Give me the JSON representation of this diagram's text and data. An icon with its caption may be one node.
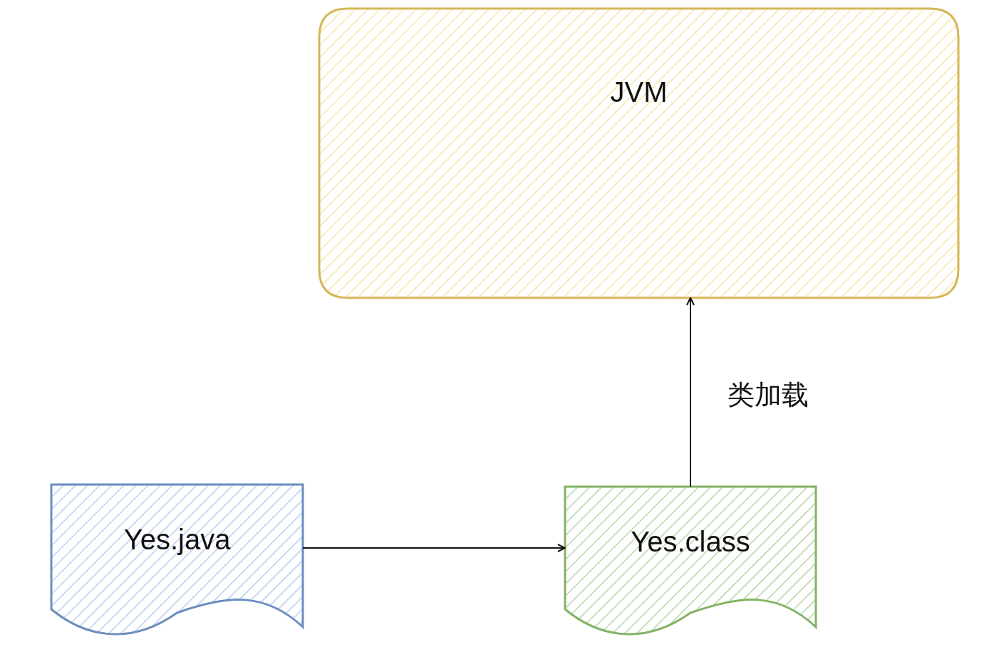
{
  "diagram": {
    "nodes": [
      {
        "text": [
          "JVM"
        ]
      },
      {
        "text": [
          "Yes.java"
        ]
      },
      {
        "text": [
          "Yes.class"
        ]
      }
    ],
    "edges": [
      {
        "from": 1,
        "to": 2,
        "arrow": "to"
      },
      {
        "from": 2,
        "to": 0,
        "arrow": "to",
        "label": "类加载"
      }
    ]
  }
}
